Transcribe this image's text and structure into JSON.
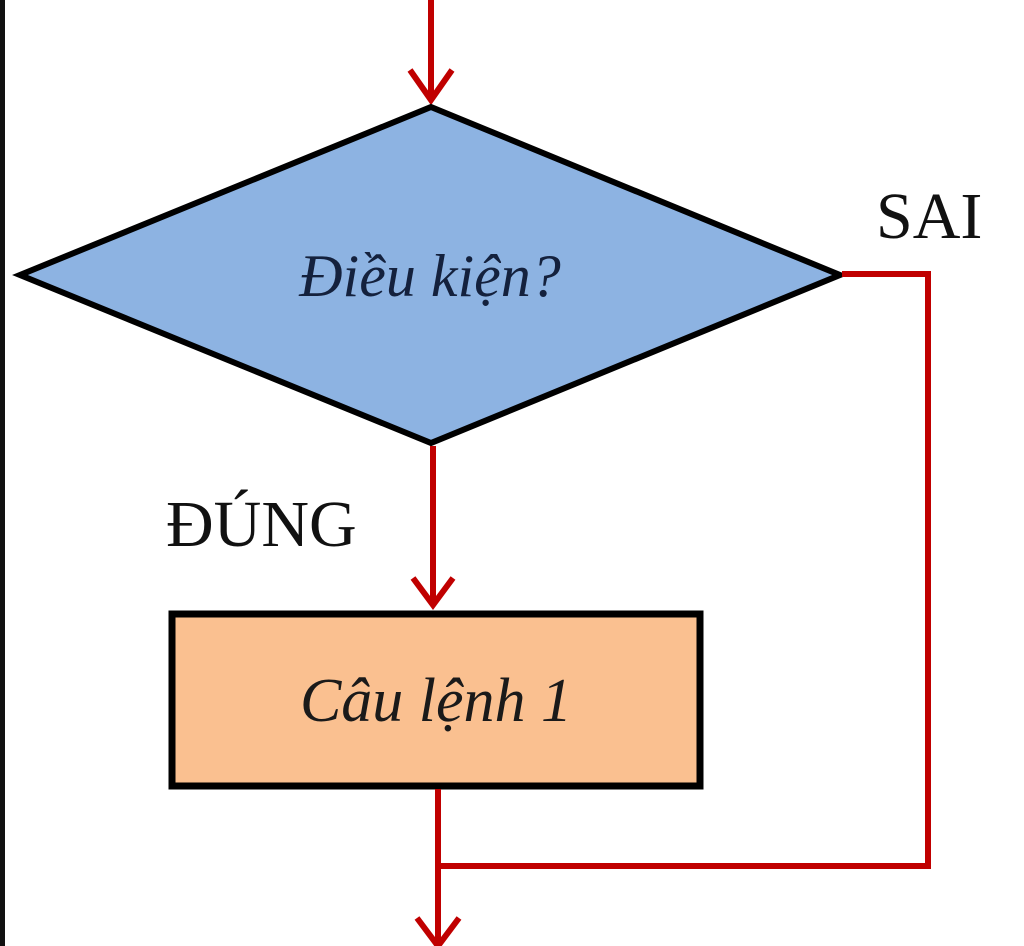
{
  "diagram": {
    "type": "flowchart-if-then",
    "nodes": [
      {
        "id": "condition",
        "shape": "diamond",
        "label": "Điều kiện?",
        "fill": "#8db3e2",
        "stroke": "#000000"
      },
      {
        "id": "statement1",
        "shape": "rectangle",
        "label": "Câu lệnh 1",
        "fill": "#fac090",
        "stroke": "#000000"
      }
    ],
    "edges": [
      {
        "from": "entry",
        "to": "condition",
        "label": ""
      },
      {
        "from": "condition",
        "to": "statement1",
        "label": "ĐÚNG"
      },
      {
        "from": "condition",
        "to": "exit",
        "label": "SAI"
      },
      {
        "from": "statement1",
        "to": "exit",
        "label": ""
      }
    ],
    "labels": {
      "decision": "Điều kiện?",
      "process": "Câu lệnh 1",
      "true_branch": "ĐÚNG",
      "false_branch": "SAI"
    },
    "colors": {
      "connector": "#c00000",
      "decision_fill": "#8db3e2",
      "process_fill": "#fac090",
      "outline": "#000000"
    }
  }
}
